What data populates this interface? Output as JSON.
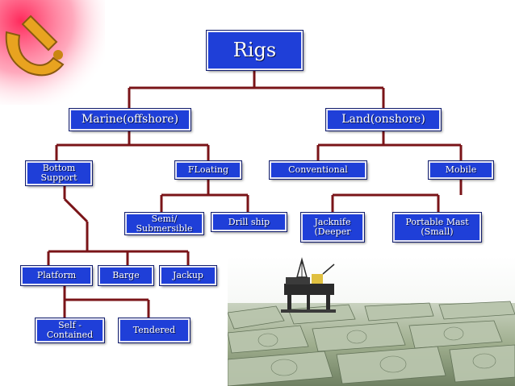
{
  "diagram": {
    "root": "Rigs",
    "level1": {
      "marine": "Marine(offshore)",
      "land": "Land(onshore)"
    },
    "marine_children": {
      "bottom_support": [
        "Bottom",
        "Support"
      ],
      "floating": "FLoating"
    },
    "land_children": {
      "conventional": "Conventional",
      "mobile": "Mobile"
    },
    "floating_children": {
      "semi_submersible": [
        "Semi/",
        "Submersible"
      ],
      "drill_ship": "Drill ship"
    },
    "mobile_children": {
      "jacknife": [
        "Jacknife",
        "(Deeper"
      ],
      "portable_mast": [
        "Portable Mast",
        "(Small)"
      ]
    },
    "bottom_support_children": {
      "platform": "Platform",
      "barge": "Barge",
      "jackup": "Jackup"
    },
    "platform_children": {
      "self_contained": [
        "Self -",
        "Contained"
      ],
      "tendered": "Tendered"
    }
  },
  "colors": {
    "node_fill": "#1f3fd8",
    "connector": "#7a1418",
    "decor_red": "#e0204a",
    "decor_gold": "#e8a320"
  },
  "image": {
    "description_icon": "oil-rig-on-money-photo"
  }
}
